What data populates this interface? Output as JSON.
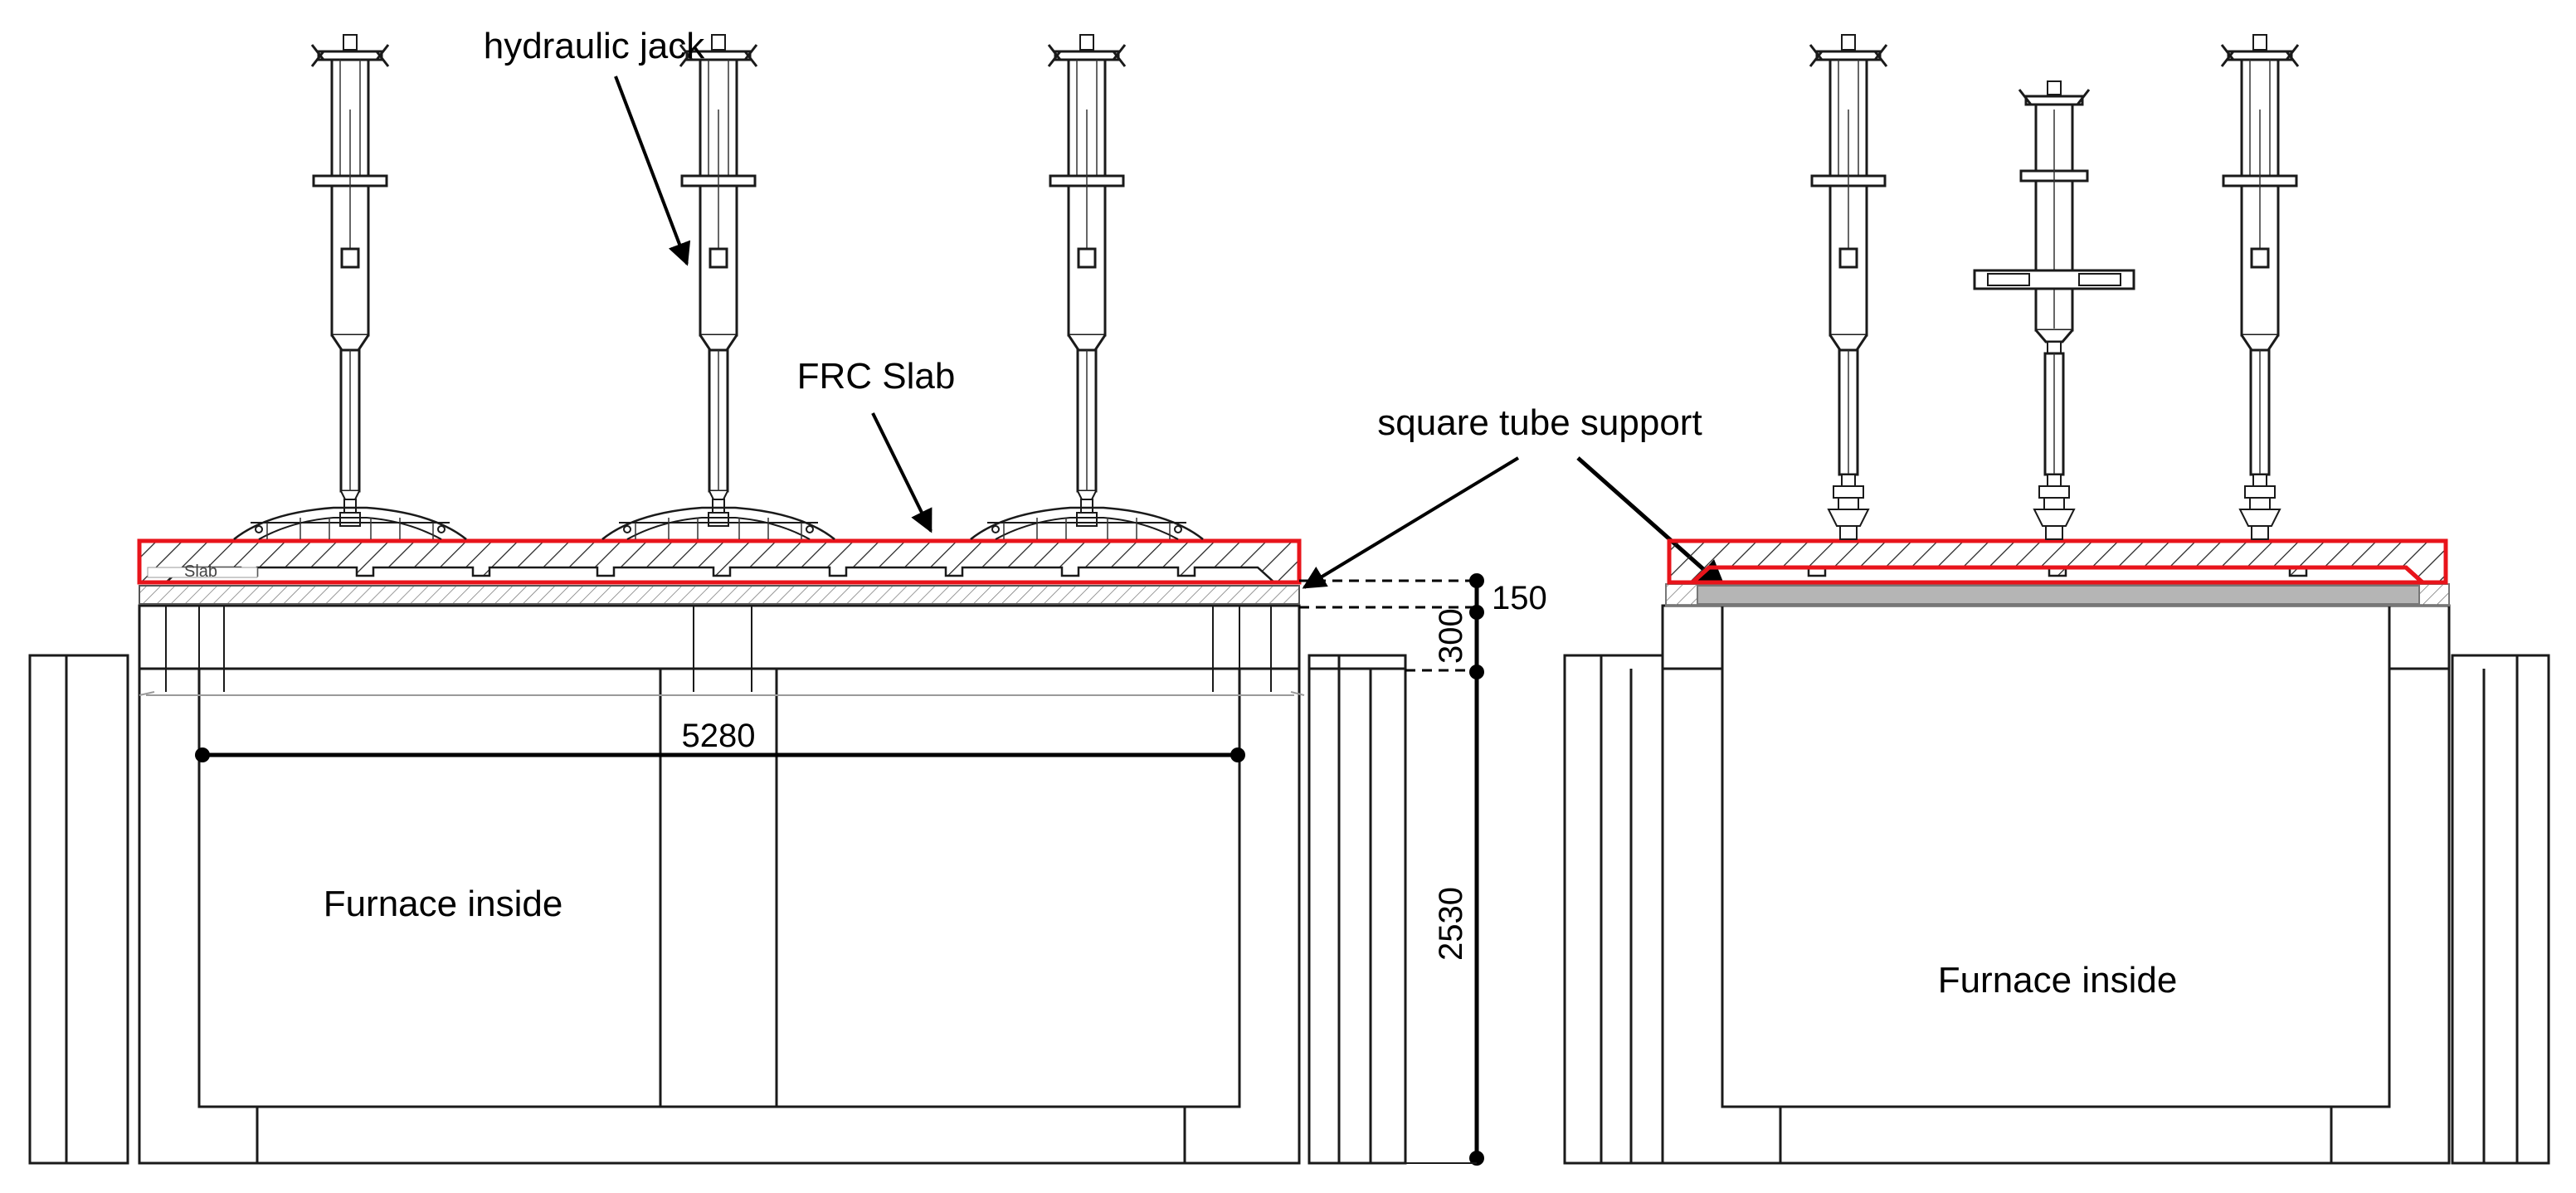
{
  "labels": {
    "hydraulic_jack": "hydraulic jack",
    "frc_slab": "FRC Slab",
    "square_tube_support": "square tube support",
    "furnace_inside_left": "Furnace inside",
    "furnace_inside_right": "Furnace inside",
    "slab_tag": "Slab"
  },
  "dimensions": {
    "slab_thickness": "150",
    "support_height": "300",
    "furnace_depth": "2530",
    "span": "5280"
  },
  "colors": {
    "slab_outline": "#e8141b",
    "line": "#1a1a1a",
    "support_fill": "#b5b5b5"
  }
}
